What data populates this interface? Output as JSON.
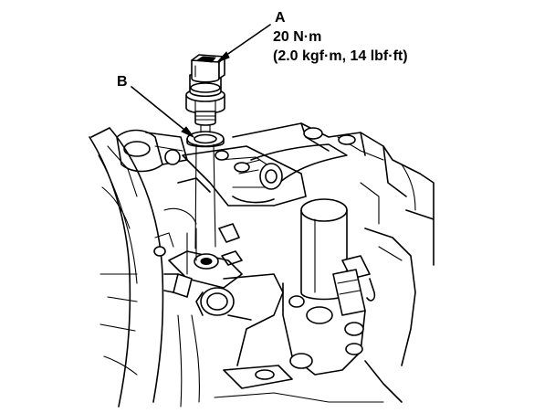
{
  "callouts": {
    "a": {
      "letter": "A",
      "torque_line1": "20 N·m",
      "torque_line2": "(2.0 kgf·m, 14 lbf·ft)"
    },
    "b": {
      "letter": "B"
    }
  },
  "colors": {
    "line": "#000000",
    "background": "#ffffff"
  }
}
